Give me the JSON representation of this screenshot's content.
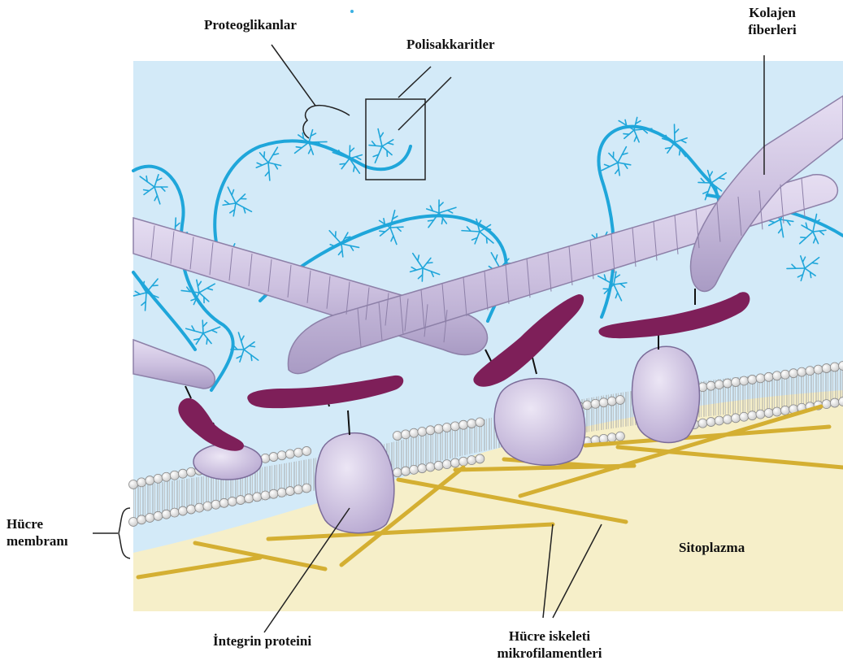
{
  "labels": {
    "proteoglycans": "Proteoglikanlar",
    "polysaccharides": "Polisakkaritler",
    "collagen_line1": "Kolajen",
    "collagen_line2": "fiberleri",
    "cell_membrane_line1": "Hücre",
    "cell_membrane_line2": "membranı",
    "cytoplasm": "Sitoplazma",
    "integrin": "İntegrin proteini",
    "microfilaments_line1": "Hücre iskeleti",
    "microfilaments_line2": "mikrofilamentleri"
  },
  "colors": {
    "extracellular": "#d3eaf8",
    "cytoplasm": "#f6efc9",
    "proteoglycan": "#1fa6da",
    "collagen_fill": "#cec3e0",
    "collagen_stroke": "#8d80a8",
    "integrin_fill": "#d8cfe8",
    "fibronectin": "#7e1f59",
    "phospholipid_head": "#f4f4f4",
    "microfilament": "#d9b83c"
  }
}
